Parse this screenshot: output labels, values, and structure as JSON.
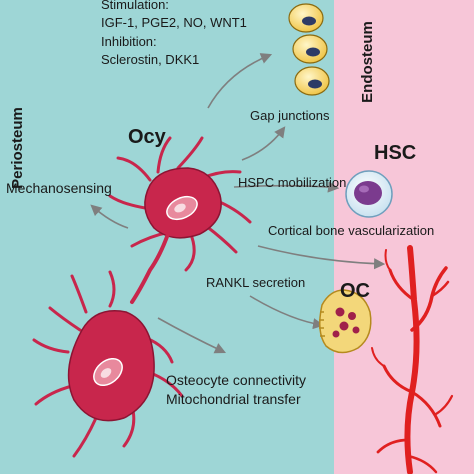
{
  "regions": {
    "periosteum": "Periosteum",
    "endosteum": "Endosteum"
  },
  "stimulation": {
    "line1": "Stimulation:",
    "line2": "IGF-1, PGE2, NO, WNT1",
    "line3": "Inhibition:",
    "line4": "Sclerostin, DKK1"
  },
  "cells": {
    "osteocyte": "Ocy",
    "hsc": "HSC",
    "osteoclast": "OC"
  },
  "functions": {
    "gap_junctions": "Gap junctions",
    "mechanosensing": "Mechanosensing",
    "hspc_mobilization": "HSPC mobilization",
    "vascularization": "Cortical bone vascularization",
    "rankl": "RANKL secretion",
    "connectivity": "Osteocyte connectivity",
    "mito": "Mitochondrial transfer"
  },
  "colors": {
    "bone_bg": "#9ed6d6",
    "marrow_bg": "#f7c6d8",
    "osteocyte_fill": "#c8264c",
    "osteocyte_inner": "#e8899d",
    "arrow": "#7f7f7f",
    "vessel": "#e02020",
    "hsc_nucleus": "#7b3b8e",
    "osteoclast_fill": "#f3d77a",
    "osteoclast_nuclei": "#a0204a"
  }
}
